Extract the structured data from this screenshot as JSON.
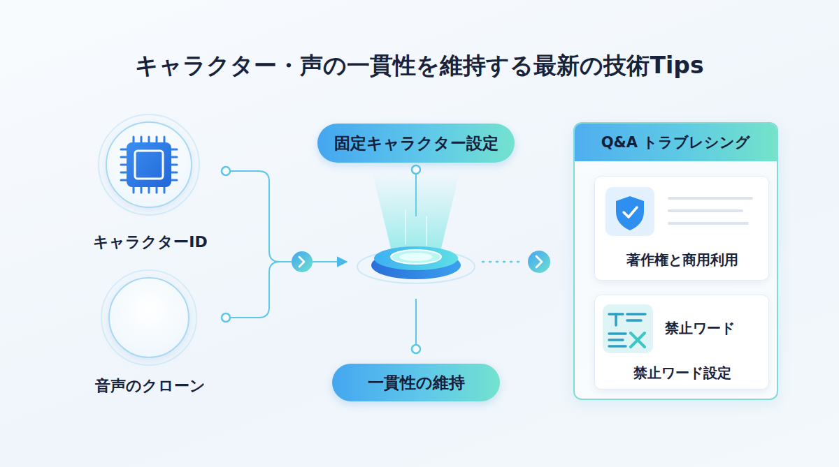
{
  "diagram": {
    "title": "キャラクター・声の一貫性を維持する最新の技術Tips",
    "nodes": [
      {
        "text": [
          "キャラクターID"
        ]
      },
      {
        "text": [
          "音声のクローン"
        ]
      },
      {
        "text": [
          "固定キャラクター設定"
        ]
      },
      {
        "text": [
          "一貫性の維持"
        ]
      },
      {
        "text": [
          "Q&A トラブレシング"
        ]
      },
      {
        "text": [
          "著作権と商用利用"
        ],
        "in": 4
      },
      {
        "text": [
          "禁止ワード",
          "禁止ワード設定"
        ],
        "in": 4
      }
    ]
  }
}
